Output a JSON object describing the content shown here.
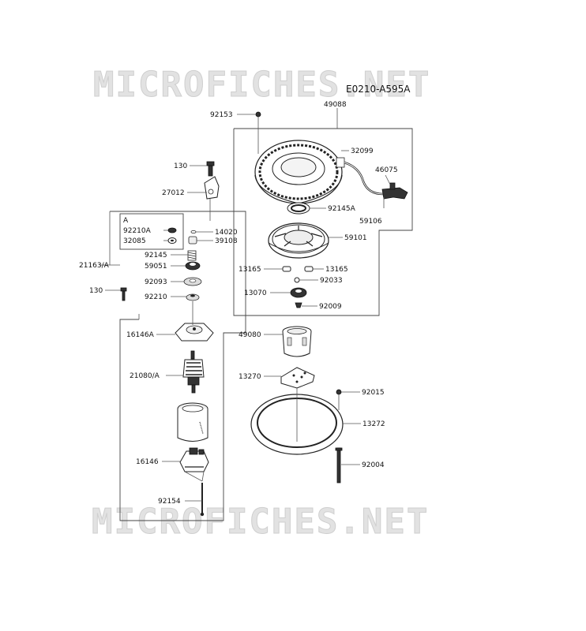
{
  "watermark_top": "MICROFICHES.NET",
  "watermark_bottom": "MICROFICHES.NET",
  "diagram_code": "E0210-A595A",
  "box_a_title": "A",
  "labels": {
    "p49088": "49088",
    "p92153": "92153",
    "p32099": "32099",
    "p46075": "46075",
    "p130_top": "130",
    "p27012": "27012",
    "p92145A": "92145A",
    "p59106": "59106",
    "p92210A": "92210A",
    "p14020": "14020",
    "p32085": "32085",
    "p39108": "39108",
    "p59101": "59101",
    "p92145": "92145",
    "p21163A": "21163/A",
    "p59051": "59051",
    "p13165_l": "13165",
    "p13165_r": "13165",
    "p92093": "92093",
    "p92033": "92033",
    "p130_mid": "130",
    "p92210": "92210",
    "p13070": "13070",
    "p92009": "92009",
    "p16146A": "16146A",
    "p49080": "49080",
    "p21080A": "21080/A",
    "p13270": "13270",
    "p92015": "92015",
    "p13272": "13272",
    "p16146": "16146",
    "p92004": "92004",
    "p92154": "92154"
  }
}
